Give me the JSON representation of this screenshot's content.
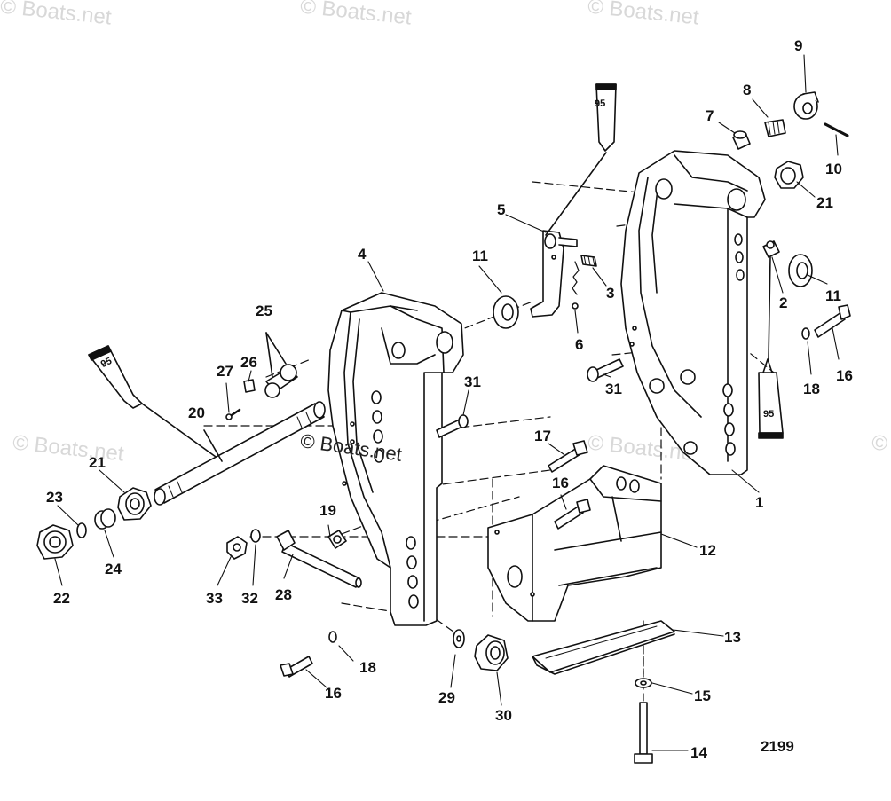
{
  "watermark": {
    "text": "© Boats.net",
    "center_text": "© Boats.net"
  },
  "diagram_number": "2199",
  "tube_label": "95",
  "callouts": [
    "1",
    "2",
    "3",
    "4",
    "5",
    "6",
    "7",
    "8",
    "9",
    "10",
    "11",
    "11",
    "12",
    "13",
    "14",
    "15",
    "16",
    "16",
    "16",
    "17",
    "18",
    "18",
    "19",
    "20",
    "21",
    "21",
    "22",
    "23",
    "24",
    "25",
    "26",
    "27",
    "28",
    "29",
    "30",
    "31",
    "31",
    "32",
    "33"
  ]
}
